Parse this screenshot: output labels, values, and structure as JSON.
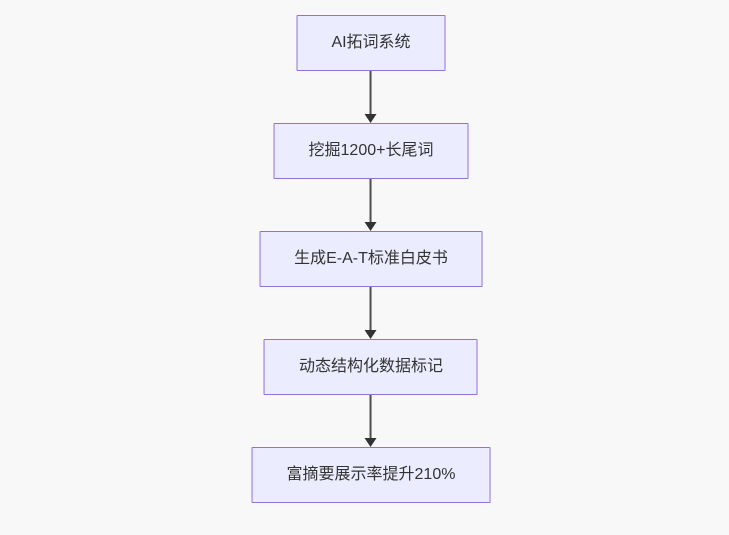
{
  "page": {
    "background": "#f8f8f8"
  },
  "theme": {
    "node_fill": "#ECECFF",
    "node_border": "#9370DB",
    "node_text_color": "#333333",
    "arrow_line_color": "#4d4d4d",
    "arrow_head_color": "#333333"
  },
  "flowchart": {
    "type": "flowchart-top-down",
    "nodes": [
      {
        "label": "AI拓词系统"
      },
      {
        "label": "挖掘1200+长尾词"
      },
      {
        "label": "生成E-A-T标准白皮书"
      },
      {
        "label": "动态结构化数据标记"
      },
      {
        "label": "富摘要展示率提升210%"
      }
    ],
    "edges": [
      {
        "from": 0,
        "to": 1
      },
      {
        "from": 1,
        "to": 2
      },
      {
        "from": 2,
        "to": 3
      },
      {
        "from": 3,
        "to": 4
      }
    ]
  }
}
